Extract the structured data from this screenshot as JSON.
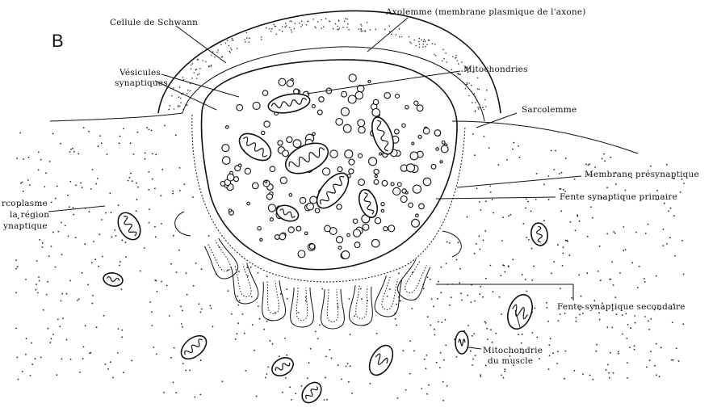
{
  "panel_letter": "B",
  "labels": {
    "schwann": "Cellule de Schwann",
    "axolemme": "Axolemme (membrane plasmique de l'axone)",
    "mito_axon": "Mitochondries",
    "vesicules_1": "Vésicules",
    "vesicules_2": "synaptiques",
    "sarcolemme": "Sarcolemme",
    "presynaptique": "Membrane présynaptique",
    "fente_primaire": "Fente synaptique primaire",
    "sarcoplasme_1": "rcoplasme",
    "sarcoplasme_2": "la région",
    "sarcoplasme_3": "ynaptique",
    "fente_secondaire": "Fente synaptique secondaire",
    "mito_muscle_1": "Mitochondrie",
    "mito_muscle_2": "du muscle"
  }
}
